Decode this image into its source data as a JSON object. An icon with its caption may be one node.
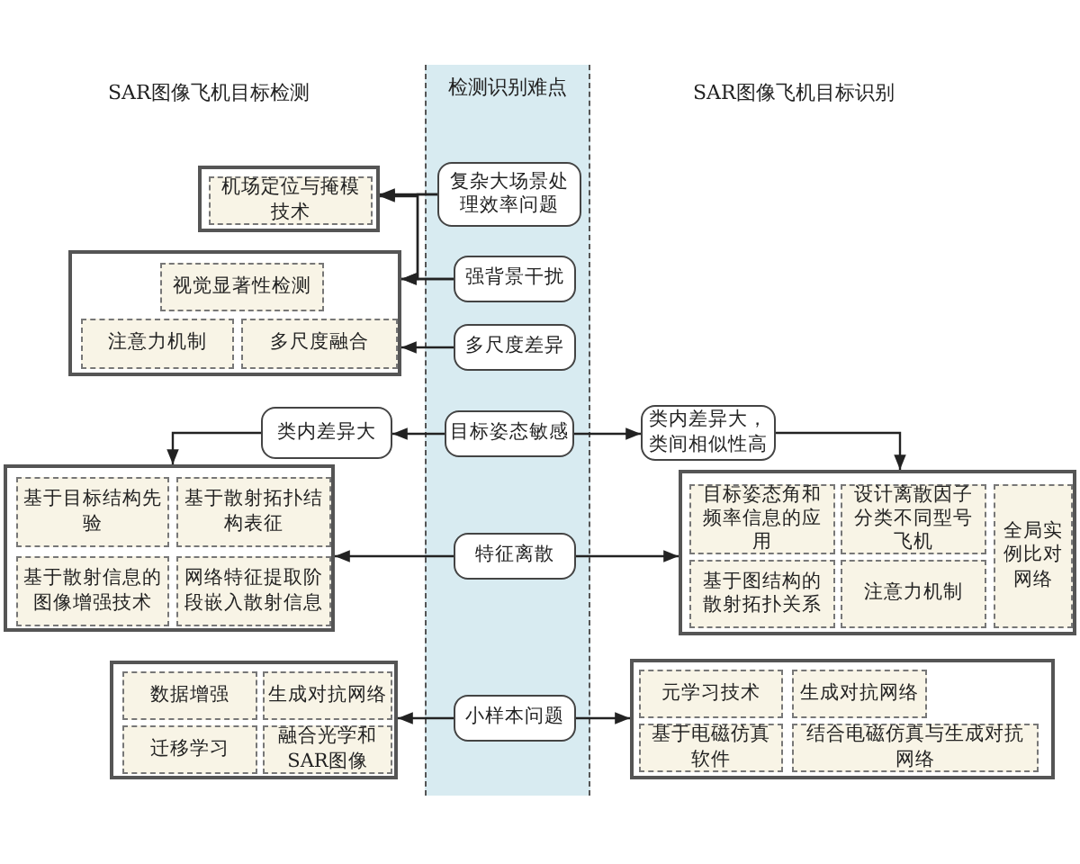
{
  "diagram": {
    "nodes": [
      {
        "text": [
          "检测识别难点"
        ]
      },
      {
        "text": [
          "复杂大场景处理效率问题"
        ],
        "in": 0
      },
      {
        "text": [
          "强背景干扰"
        ],
        "in": 0
      },
      {
        "text": [
          "多尺度差异"
        ],
        "in": 0
      },
      {
        "text": [
          "目标姿态敏感"
        ],
        "in": 0
      },
      {
        "text": [
          "特征离散"
        ],
        "in": 0
      },
      {
        "text": [
          "小样本问题"
        ],
        "in": 0
      },
      {
        "text": [],
        "shape": "box"
      },
      {
        "text": [
          "机场定位与掩模技术"
        ],
        "in": 7
      },
      {
        "text": [],
        "shape": "box"
      },
      {
        "text": [
          "视觉显著性检测"
        ],
        "in": 9
      },
      {
        "text": [
          "注意力机制"
        ],
        "in": 9
      },
      {
        "text": [
          "多尺度融合"
        ],
        "in": 9
      },
      {
        "text": [
          "类内差异大"
        ]
      },
      {
        "text": [],
        "shape": "box"
      },
      {
        "text": [
          "基于目标结构先验"
        ],
        "in": 14
      },
      {
        "text": [
          "基于散射拓扑结构表征"
        ],
        "in": 14
      },
      {
        "text": [
          "基于散射信息的图像增强技术"
        ],
        "in": 14
      },
      {
        "text": [
          "网络特征提取阶段嵌入散射信息"
        ],
        "in": 14
      },
      {
        "text": [],
        "shape": "box"
      },
      {
        "text": [
          "数据增强"
        ],
        "in": 19
      },
      {
        "text": [
          "生成对抗网络"
        ],
        "in": 19
      },
      {
        "text": [
          "迁移学习"
        ],
        "in": 19
      },
      {
        "text": [
          "融合光学和SAR图像"
        ],
        "in": 19
      },
      {
        "text": [
          "类内差异大，类间相似性高"
        ]
      },
      {
        "text": [],
        "shape": "box"
      },
      {
        "text": [
          "目标姿态角和频率信息的应用"
        ],
        "in": 25
      },
      {
        "text": [
          "设计离散因子分类不同型号飞机"
        ],
        "in": 25
      },
      {
        "text": [
          "全局实例比对网络"
        ],
        "in": 25
      },
      {
        "text": [
          "基于图结构的散射拓扑关系"
        ],
        "in": 25
      },
      {
        "text": [
          "注意力机制"
        ],
        "in": 25
      },
      {
        "text": [],
        "shape": "box"
      },
      {
        "text": [
          "元学习技术"
        ],
        "in": 31
      },
      {
        "text": [
          "生成对抗网络"
        ],
        "in": 31
      },
      {
        "text": [
          "基于电磁仿真软件"
        ],
        "in": 31
      },
      {
        "text": [
          "结合电磁仿真与生成对抗网络"
        ],
        "in": 31
      }
    ],
    "edges": [
      {
        "from": 1,
        "to": 7,
        "arrow": "to"
      },
      {
        "from": 1,
        "to": 9,
        "arrow": "to"
      },
      {
        "from": 2,
        "to": 7,
        "arrow": "to"
      },
      {
        "from": 2,
        "to": 9,
        "arrow": "to"
      },
      {
        "from": 3,
        "to": 9,
        "arrow": "to"
      },
      {
        "from": 4,
        "to": 13,
        "arrow": "to"
      },
      {
        "from": 13,
        "to": 14,
        "arrow": "to"
      },
      {
        "from": 5,
        "to": 14,
        "arrow": "to"
      },
      {
        "from": 6,
        "to": 19,
        "arrow": "to"
      },
      {
        "from": 4,
        "to": 24,
        "arrow": "to"
      },
      {
        "from": 24,
        "to": 25,
        "arrow": "to"
      },
      {
        "from": 5,
        "to": 25,
        "arrow": "to"
      },
      {
        "from": 6,
        "to": 31,
        "arrow": "to"
      }
    ],
    "labels": [
      "SAR图像飞机目标检测",
      "SAR图像飞机目标识别"
    ]
  }
}
